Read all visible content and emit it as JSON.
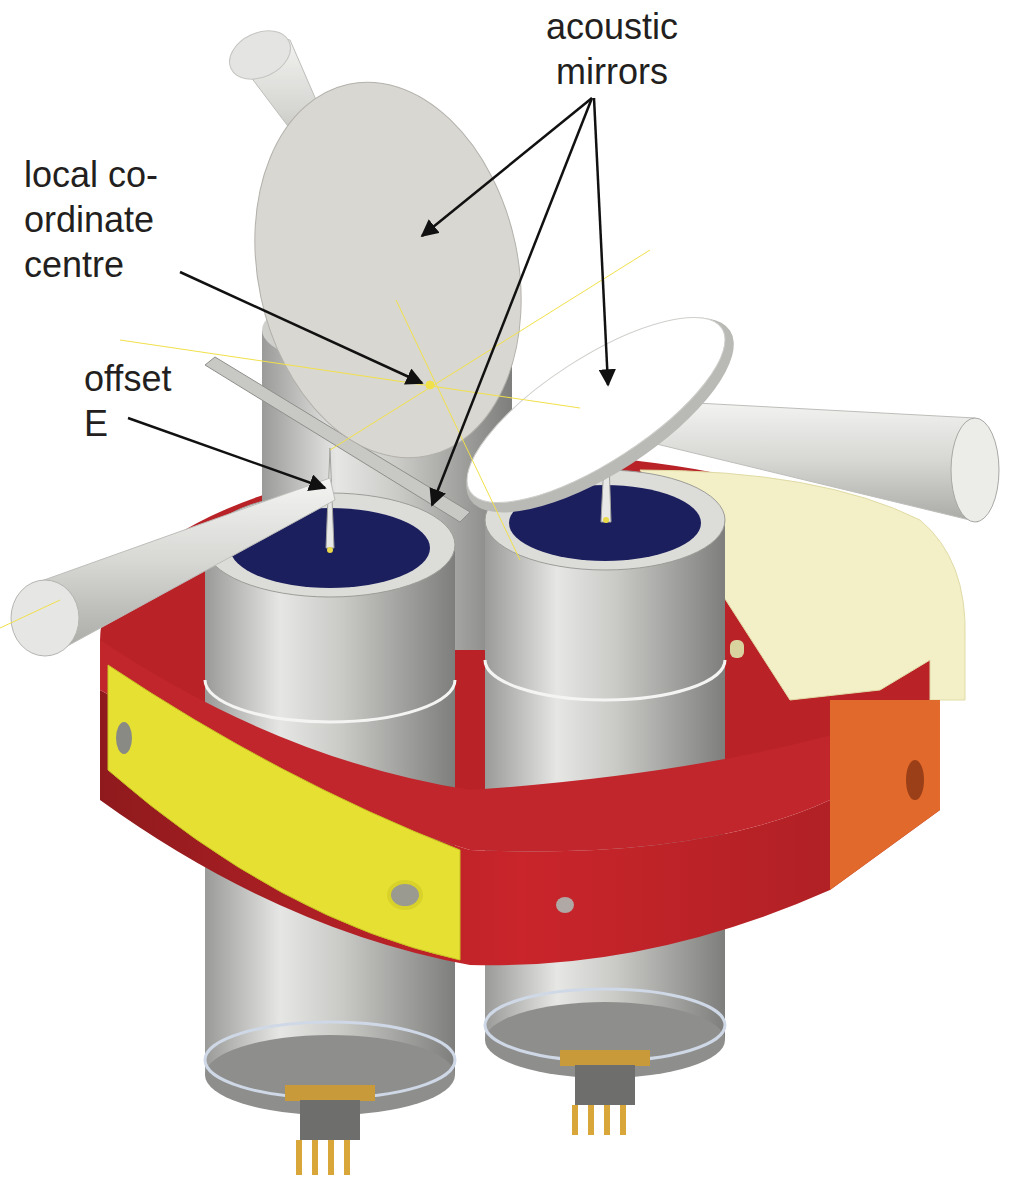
{
  "diagram": {
    "labels": [
      "acoustic mirrors",
      "local co-ordinate centre",
      "offset E"
    ]
  }
}
